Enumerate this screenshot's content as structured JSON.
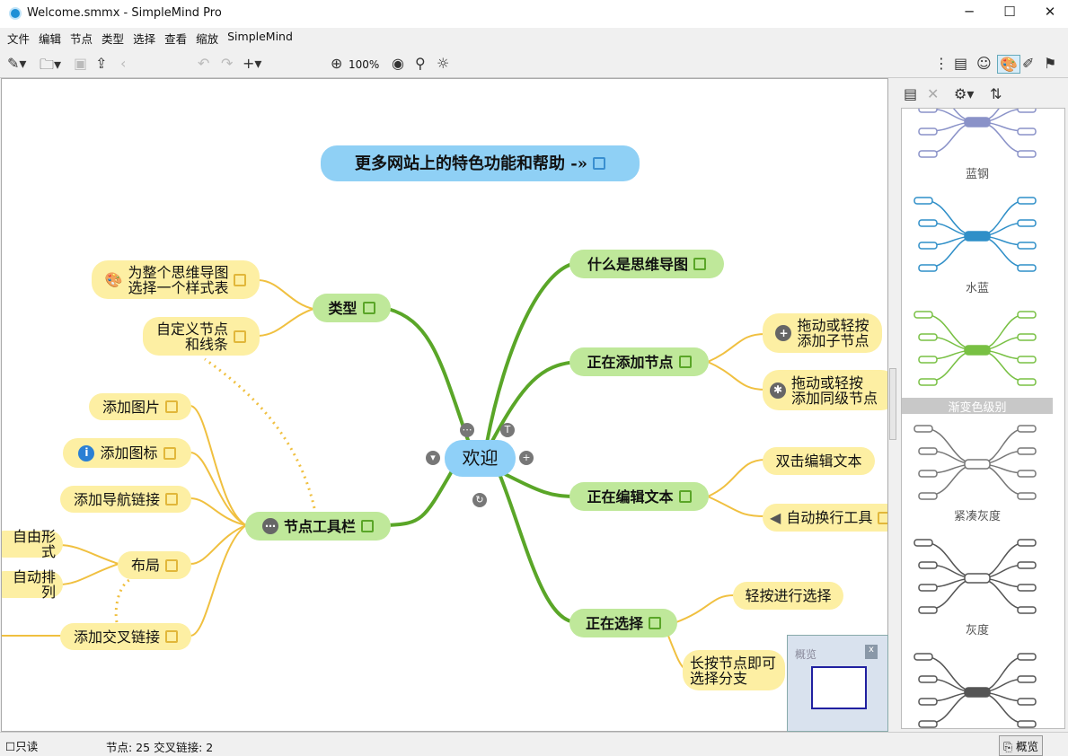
{
  "window": {
    "title": "Welcome.smmx - SimpleMind Pro",
    "minimize": "─",
    "maximize": "☐",
    "close": "✕"
  },
  "menu": [
    "文件",
    "编辑",
    "节点",
    "类型",
    "选择",
    "查看",
    "缩放",
    "SimpleMind"
  ],
  "toolbar": {
    "zoom": "100%"
  },
  "mindmap": {
    "banner": "更多网站上的特色功能和帮助 -»",
    "center": "欢迎",
    "green": {
      "what": "什么是思维导图",
      "adding": "正在添加节点",
      "editing": "正在编辑文本",
      "selecting": "正在选择",
      "style": "类型",
      "toolbar": "节点工具栏"
    },
    "yellow": {
      "stylesheet": "为整个思维导图\n选择一个样式表",
      "custom": "自定义节点\n和线条",
      "image": "添加图片",
      "icon": "添加图标",
      "navlink": "添加导航链接",
      "layout": "布局",
      "free": "自由形式",
      "auto": "自动排列",
      "crosslink": "添加交叉链接",
      "child": "拖动或轻按\n添加子节点",
      "sibling": "拖动或轻按\n添加同级节点",
      "dblclick": "双击编辑文本",
      "wrap": "自动换行工具",
      "tap": "轻按进行选择",
      "longpress": "长按节点即可\n选择分支"
    }
  },
  "themes": [
    {
      "label": "蓝钢",
      "color": "#8a92c8"
    },
    {
      "label": "水蓝",
      "color": "#2f8fc8"
    },
    {
      "label": "渐变色级别",
      "color": "#78c043",
      "selected": true
    },
    {
      "label": "紧凑灰度",
      "color": "#777777"
    },
    {
      "label": "灰度",
      "color": "#555555"
    },
    {
      "label": "",
      "color": "#555555"
    }
  ],
  "overview": {
    "title": "概览",
    "close": "x"
  },
  "status": {
    "readonly": "只读",
    "counts": "节点: 25 交叉链接: 2",
    "overview_button": "概览"
  }
}
